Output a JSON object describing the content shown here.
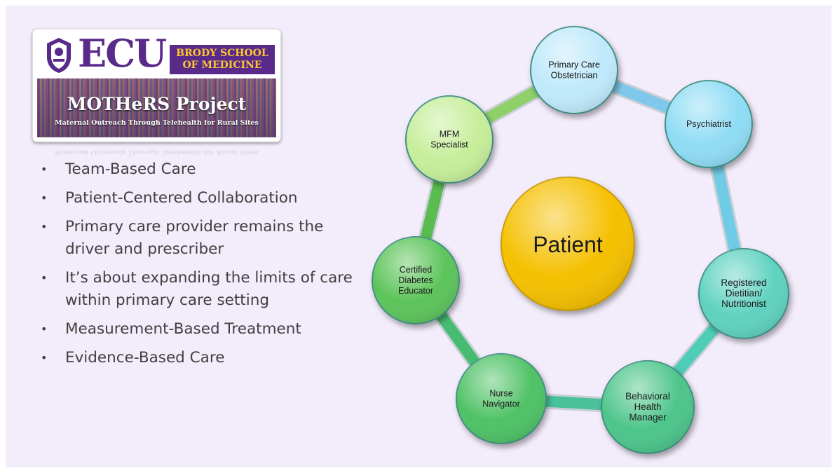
{
  "logo": {
    "wordmark": "ECU",
    "school": [
      "BRODY SCHOOL",
      "OF MEDICINE"
    ],
    "project": "MOTHeRS Project",
    "project_subtitle": "Maternal Outreach Through Telehealth for Rural Sites"
  },
  "bullets": [
    "Team-Based Care",
    "Patient-Centered Collaboration",
    "Primary care provider remains the driver and prescriber",
    "It’s about expanding the limits of care within primary care setting",
    "Measurement-Based Treatment",
    "Evidence-Based Care"
  ],
  "center": {
    "label": "Patient",
    "color": "#f5c000"
  },
  "nodes": [
    {
      "lines": [
        "Primary Care",
        "Obstetrician"
      ],
      "color": "#bfe9fb"
    },
    {
      "lines": [
        "Psychiatrist"
      ],
      "color": "#8fdcf5"
    },
    {
      "lines": [
        "Registered",
        "Dietitian/",
        "Nutritionist"
      ],
      "color": "#5fd2c0"
    },
    {
      "lines": [
        "Behavioral",
        "Health",
        "Manager"
      ],
      "color": "#4dc58a"
    },
    {
      "lines": [
        "Nurse",
        "Navigator"
      ],
      "color": "#4fc266"
    },
    {
      "lines": [
        "Certified",
        "Diabetes",
        "Educator"
      ],
      "color": "#5cc45a"
    },
    {
      "lines": [
        "MFM",
        "Specialist"
      ],
      "color": "#c6ee9a"
    }
  ]
}
